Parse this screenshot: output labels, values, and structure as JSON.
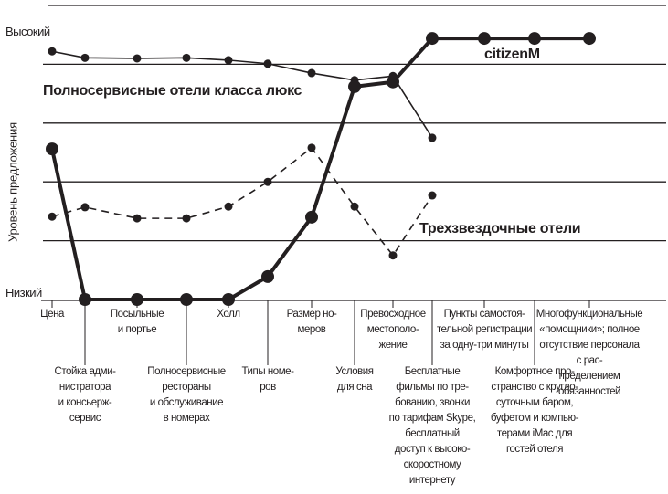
{
  "chart_data": {
    "type": "line",
    "ylabel": "Уровень предложения",
    "y_level_labels": {
      "high": "Высокий",
      "low": "Низкий"
    },
    "ylim": [
      0,
      5
    ],
    "grid": true,
    "categories": [
      "Цена",
      "Стойка адми-\nнистратора\nи консьерж-\nсервис",
      "Посыльные\nи портье",
      "Полносервисные\nрестораны\nи обслуживание\nв номерах",
      "Холл",
      "Типы номе-\nров",
      "Размер но-\nмеров",
      "Условия\nдля сна",
      "Превосходное\nместополо-\nжение",
      "Бесплатные\nфильмы по тре-\nбованию, звонки\nпо тарифам Skype,\nбесплатный\nдоступ к высоко-\nскоростному\nинтернету",
      "Пункты самостоя-\nтельной регистрации\nза одну-три минуты",
      "Комфортное про-\nстранство с кругло-\nсуточным баром,\nбуфетом и компью-\nтерами iMac для\nгостей отеля",
      "Многофункциональные\n«помощники»; полное\nотсутствие персонала с рас-\nпределением обязанностей"
    ],
    "series": [
      {
        "name": "citizenM",
        "style": "thick-solid",
        "color": "#231f20",
        "values": [
          2.56,
          0,
          0,
          0,
          0,
          0.39,
          1.4,
          3.62,
          3.7,
          4.44,
          4.44,
          4.44,
          4.44
        ]
      },
      {
        "name": "Полносервисные отели класса люкс",
        "style": "thin-solid",
        "color": "#231f20",
        "values": [
          4.22,
          4.11,
          4.1,
          4.11,
          4.07,
          4.01,
          3.85,
          3.73,
          3.8,
          2.75,
          null,
          null,
          null
        ]
      },
      {
        "name": "Трехзвездочные отели",
        "style": "dashed",
        "color": "#231f20",
        "values": [
          1.41,
          1.57,
          1.38,
          1.38,
          1.58,
          2.0,
          2.58,
          1.58,
          0.75,
          1.77,
          null,
          null,
          null
        ]
      }
    ]
  }
}
